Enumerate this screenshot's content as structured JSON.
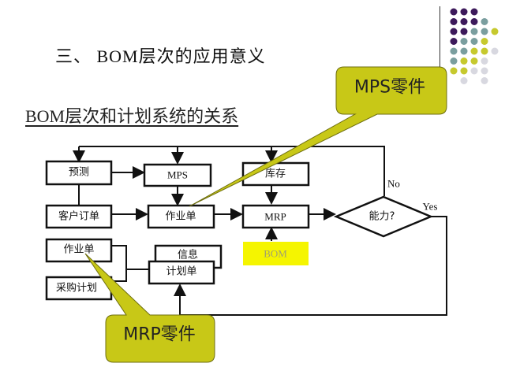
{
  "slide": {
    "title": "三、  BOM层次的应用意义",
    "subtitle": "BOM层次和计划系统的关系"
  },
  "decor": {
    "dot_colors": [
      "#3d1a5b",
      "#7a9e9f",
      "#c6c92e",
      "#d8d8e0"
    ]
  },
  "nodes": {
    "forecast": "预测",
    "mps": "MPS",
    "inventory": "库存",
    "customer_order": "客户订单",
    "work_order": "作业单",
    "mrp": "MRP",
    "bom": "BOM",
    "work_order_2": "作业单",
    "purchase_plan": "采购计划",
    "info": "信息",
    "plan_sheet": "计划单",
    "capacity": "能力?"
  },
  "edges": {
    "no_label": "No",
    "yes_label": "Yes"
  },
  "callouts": {
    "mps_parts": "MPS零件",
    "mrp_parts": "MRP零件"
  },
  "colors": {
    "callout_fill": "#c8c817",
    "bom_fill": "#f5f500",
    "bom_text": "#a0a070"
  }
}
